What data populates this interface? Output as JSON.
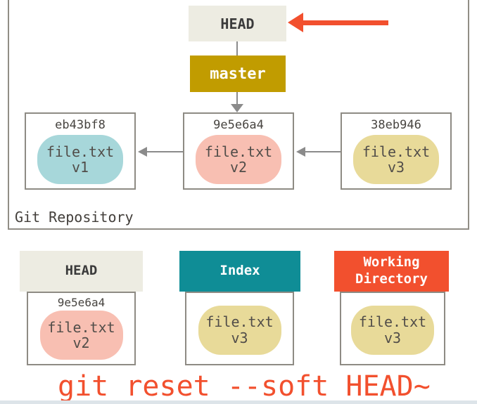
{
  "palette": {
    "accent_red": "#f2502e",
    "branch_gold": "#c19c00",
    "index_teal": "#0f8d96",
    "head_beige": "#edece2",
    "oval_blue": "#a7d7da",
    "oval_pink": "#f8bfb2",
    "oval_tan": "#e8da99",
    "line_gray": "#8b8b8b"
  },
  "repository": {
    "label": "Git Repository",
    "head": {
      "label": "HEAD"
    },
    "branch": {
      "label": "master"
    },
    "commits": [
      {
        "hash": "eb43bf8",
        "file": "file.txt",
        "version": "v1"
      },
      {
        "hash": "9e5e6a4",
        "file": "file.txt",
        "version": "v2"
      },
      {
        "hash": "38eb946",
        "file": "file.txt",
        "version": "v3"
      }
    ]
  },
  "trees": [
    {
      "title": "HEAD",
      "hash": "9e5e6a4",
      "file": "file.txt",
      "version": "v2"
    },
    {
      "title": "Index",
      "file": "file.txt",
      "version": "v3"
    },
    {
      "title": "Working Directory",
      "file": "file.txt",
      "version": "v3"
    }
  ],
  "command": "git reset --soft HEAD~"
}
